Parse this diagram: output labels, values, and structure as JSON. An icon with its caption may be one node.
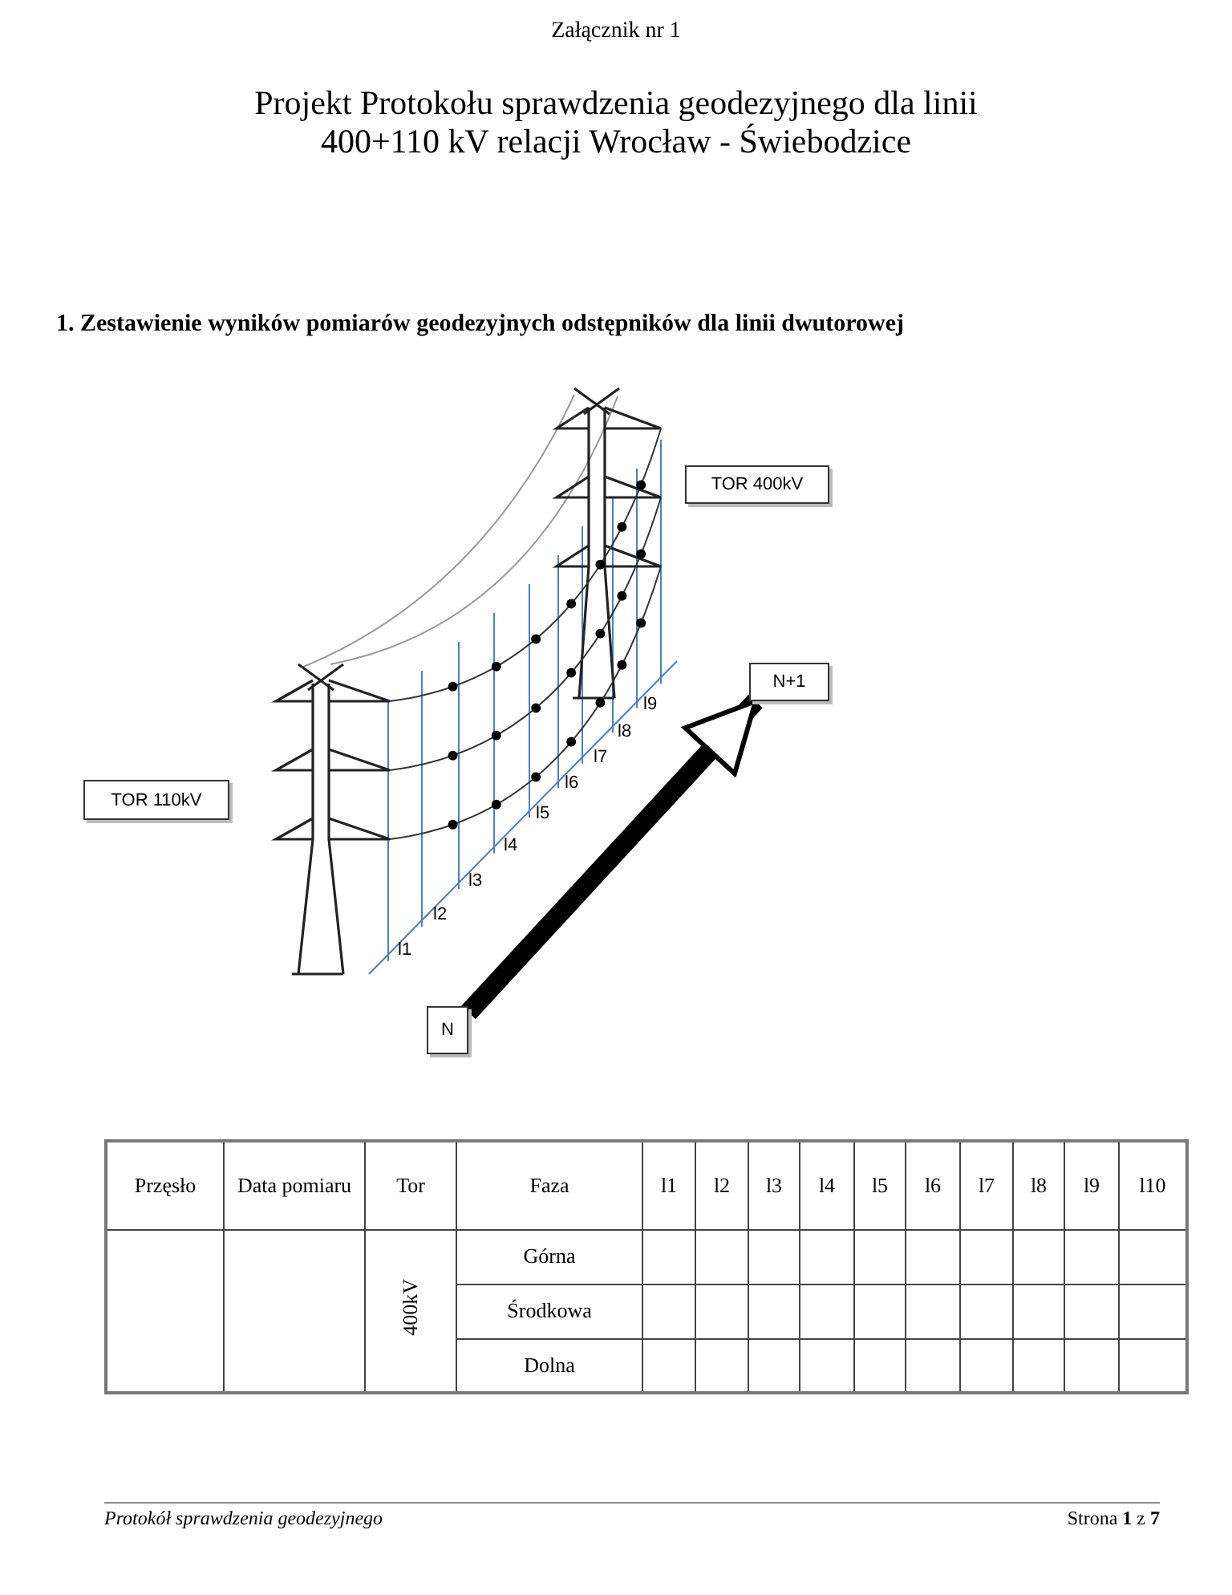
{
  "diagram": {
    "title": "Projekt Protokołu sprawdzenia geodezyjnego dla linii 400+110 kV relacji Wrocław - Świebodzice",
    "nodes": [
      {
        "text": [
          "TOR 400kV"
        ]
      },
      {
        "text": [
          "N+1"
        ]
      },
      {
        "text": [
          "TOR  110kV"
        ]
      },
      {
        "text": [
          "N"
        ]
      }
    ],
    "edges": [
      {
        "from": 3,
        "to": 1,
        "arrow": "to"
      }
    ],
    "labels": [
      "Załącznik nr 1",
      "1. Zestawienie wyników pomiarów geodezyjnych odstępników dla linii dwutorowej",
      "l9",
      "l8",
      "l7",
      "l6",
      "l5",
      "l4",
      "l3",
      "l2",
      "l1",
      "Przęsło",
      "Data pomiaru",
      "Tor",
      "Faza",
      "l1",
      "l2",
      "l3",
      "l4",
      "l5",
      "l6",
      "l7",
      "l8",
      "l9",
      "l10",
      "400kV",
      "Górna",
      "Środkowa",
      "Dolna",
      "Protokół sprawdzenia geodezyjnego",
      "Strona **1** z **7**"
    ]
  }
}
